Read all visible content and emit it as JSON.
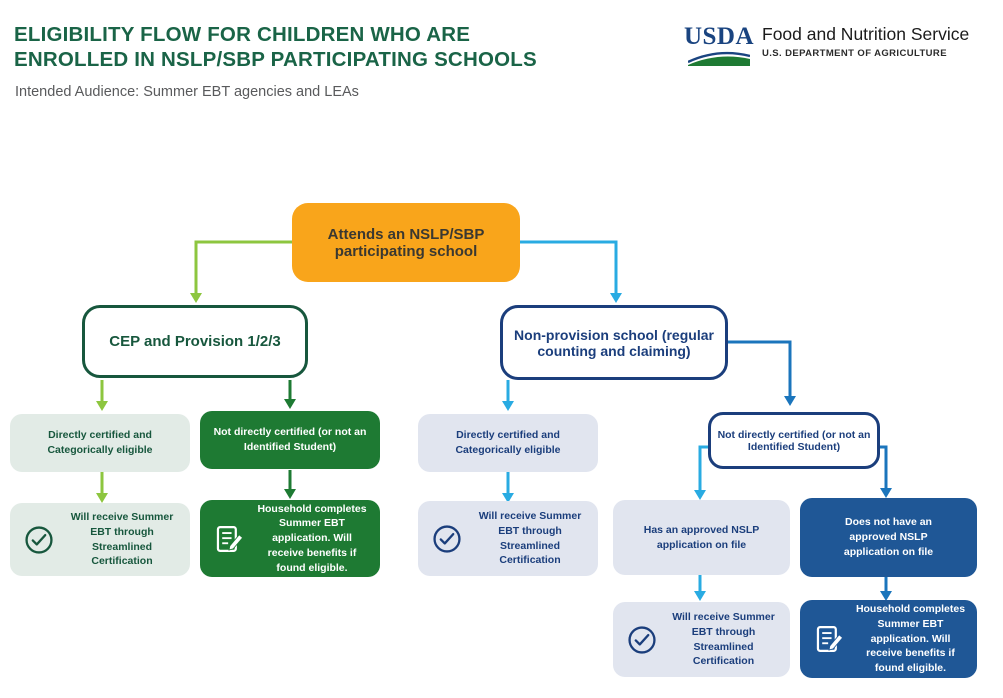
{
  "header": {
    "title_line1": "ELIGIBILITY FLOW FOR CHILDREN WHO ARE",
    "title_line2": "ENROLLED IN NSLP/SBP PARTICIPATING SCHOOLS",
    "audience": "Intended Audience: Summer EBT agencies and LEAs",
    "logo": {
      "usda": "USDA",
      "agency": "Food and Nutrition Service",
      "department": "U.S. DEPARTMENT OF AGRICULTURE"
    }
  },
  "nodes": {
    "root": "Attends an NSLP/SBP participating school",
    "cep": "CEP and Provision 1/2/3",
    "non_provision": "Non-provision school (regular counting and claiming)",
    "directly_certified": "Directly certified and Categorically eligible",
    "not_directly_certified": "Not directly certified (or not an Identified Student)",
    "streamlined": "Will receive Summer EBT through Streamlined Certification",
    "household_completes": "Household completes Summer EBT application. Will receive benefits if found eligible.",
    "has_application": "Has an approved NSLP application on file",
    "no_application": "Does not have an approved NSLP application on file"
  },
  "icons": {
    "check": "check-circle-icon",
    "application": "application-pencil-icon"
  },
  "colors": {
    "title_green": "#1A6447",
    "orange": "#F9A51B",
    "light_green_line": "#8DC63F",
    "dark_green": "#1E7A33",
    "cep_green": "#17573D",
    "sage_bg": "#E2EBE6",
    "navy": "#1B3E7C",
    "cyan_line": "#29ABE2",
    "blue_line": "#1B75BC",
    "navy_fill": "#1F5796",
    "light_blue_bg": "#E1E5EF",
    "usda_blue": "#1A4480"
  }
}
